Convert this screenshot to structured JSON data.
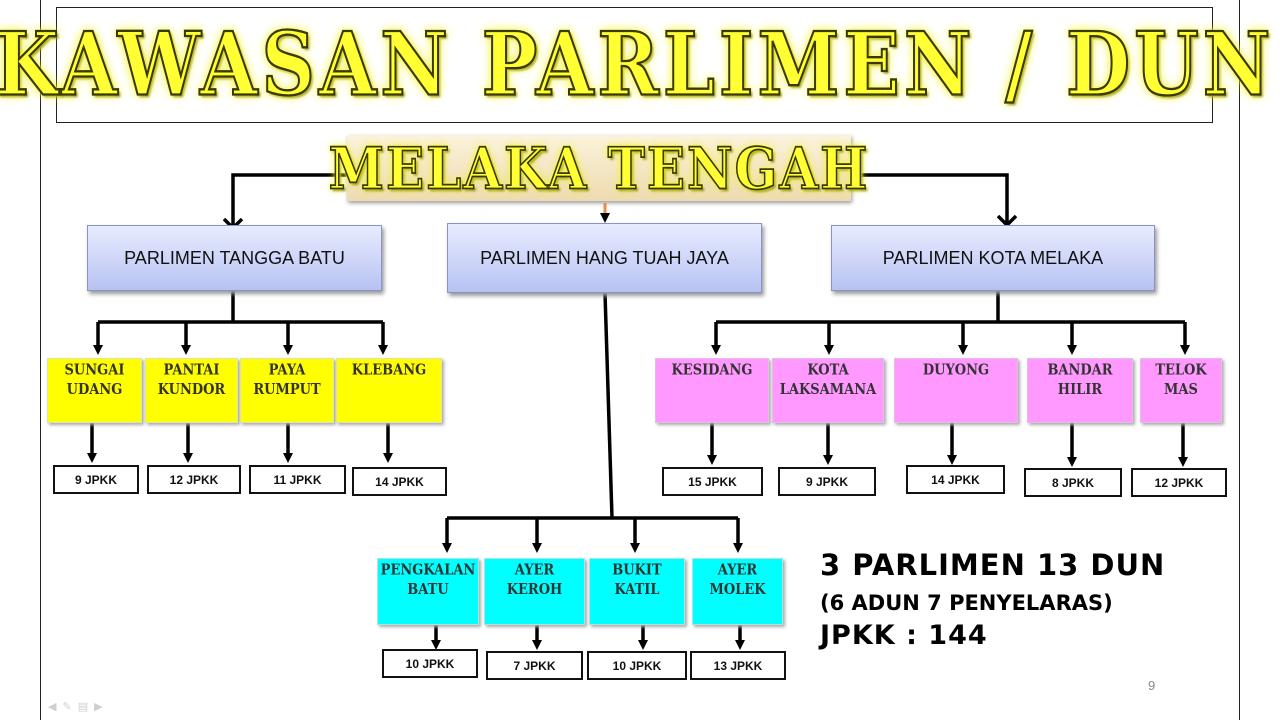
{
  "title": "KAWASAN PARLIMEN / DUN",
  "subtitle": "MELAKA TENGAH",
  "parliaments": [
    {
      "name": "PARLIMEN TANGGA BATU"
    },
    {
      "name": "PARLIMEN HANG TUAH JAYA"
    },
    {
      "name": "PARLIMEN KOTA MELAKA"
    }
  ],
  "duns": [
    {
      "name": "SUNGAI\nUDANG",
      "jpkk": "9 JPKK",
      "color": "#ffff00"
    },
    {
      "name": "PANTAI\nKUNDOR",
      "jpkk": "12 JPKK",
      "color": "#ffff00"
    },
    {
      "name": "PAYA\nRUMPUT",
      "jpkk": "11 JPKK",
      "color": "#ffff00"
    },
    {
      "name": "KLEBANG",
      "jpkk": "14 JPKK",
      "color": "#ffff00"
    },
    {
      "name": "KESIDANG",
      "jpkk": "15 JPKK",
      "color": "#ff99ff"
    },
    {
      "name": "KOTA\nLAKSAMANA",
      "jpkk": "9 JPKK",
      "color": "#ff99ff"
    },
    {
      "name": "DUYONG",
      "jpkk": "14 JPKK",
      "color": "#ff99ff"
    },
    {
      "name": "BANDAR\nHILIR",
      "jpkk": "8 JPKK",
      "color": "#ff99ff"
    },
    {
      "name": "TELOK\nMAS",
      "jpkk": "12 JPKK",
      "color": "#ff99ff"
    },
    {
      "name": "PENGKALAN\nBATU",
      "jpkk": "10 JPKK",
      "color": "#00ffff"
    },
    {
      "name": "AYER\nKEROH",
      "jpkk": "7 JPKK",
      "color": "#00ffff"
    },
    {
      "name": "BUKIT\nKATIL",
      "jpkk": "10 JPKK",
      "color": "#00ffff"
    },
    {
      "name": "AYER\nMOLEK",
      "jpkk": "13 JPKK",
      "color": "#00ffff"
    }
  ],
  "summary": {
    "line1": "3 PARLIMEN 13 DUN",
    "line2": "(6 ADUN 7 PENYELARAS)",
    "line3": "JPKK : 144"
  },
  "page_number": "9",
  "colors": {
    "title_yellow": "#ffff33",
    "parliament_blue": "#b7c2f2",
    "connector": "#000000",
    "center_arrow": "#f08c3c"
  }
}
